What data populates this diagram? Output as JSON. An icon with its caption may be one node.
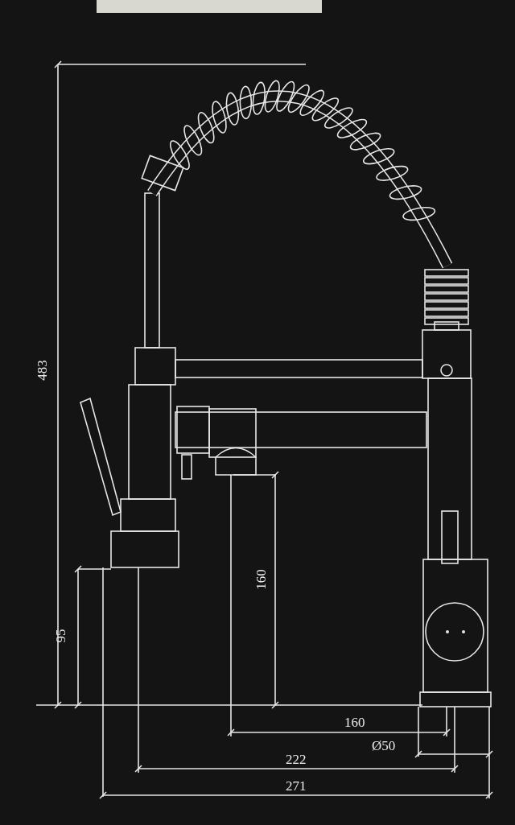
{
  "diagram": {
    "labels": [
      "483",
      "95",
      "160",
      "160",
      "Ø50",
      "222",
      "271"
    ]
  }
}
